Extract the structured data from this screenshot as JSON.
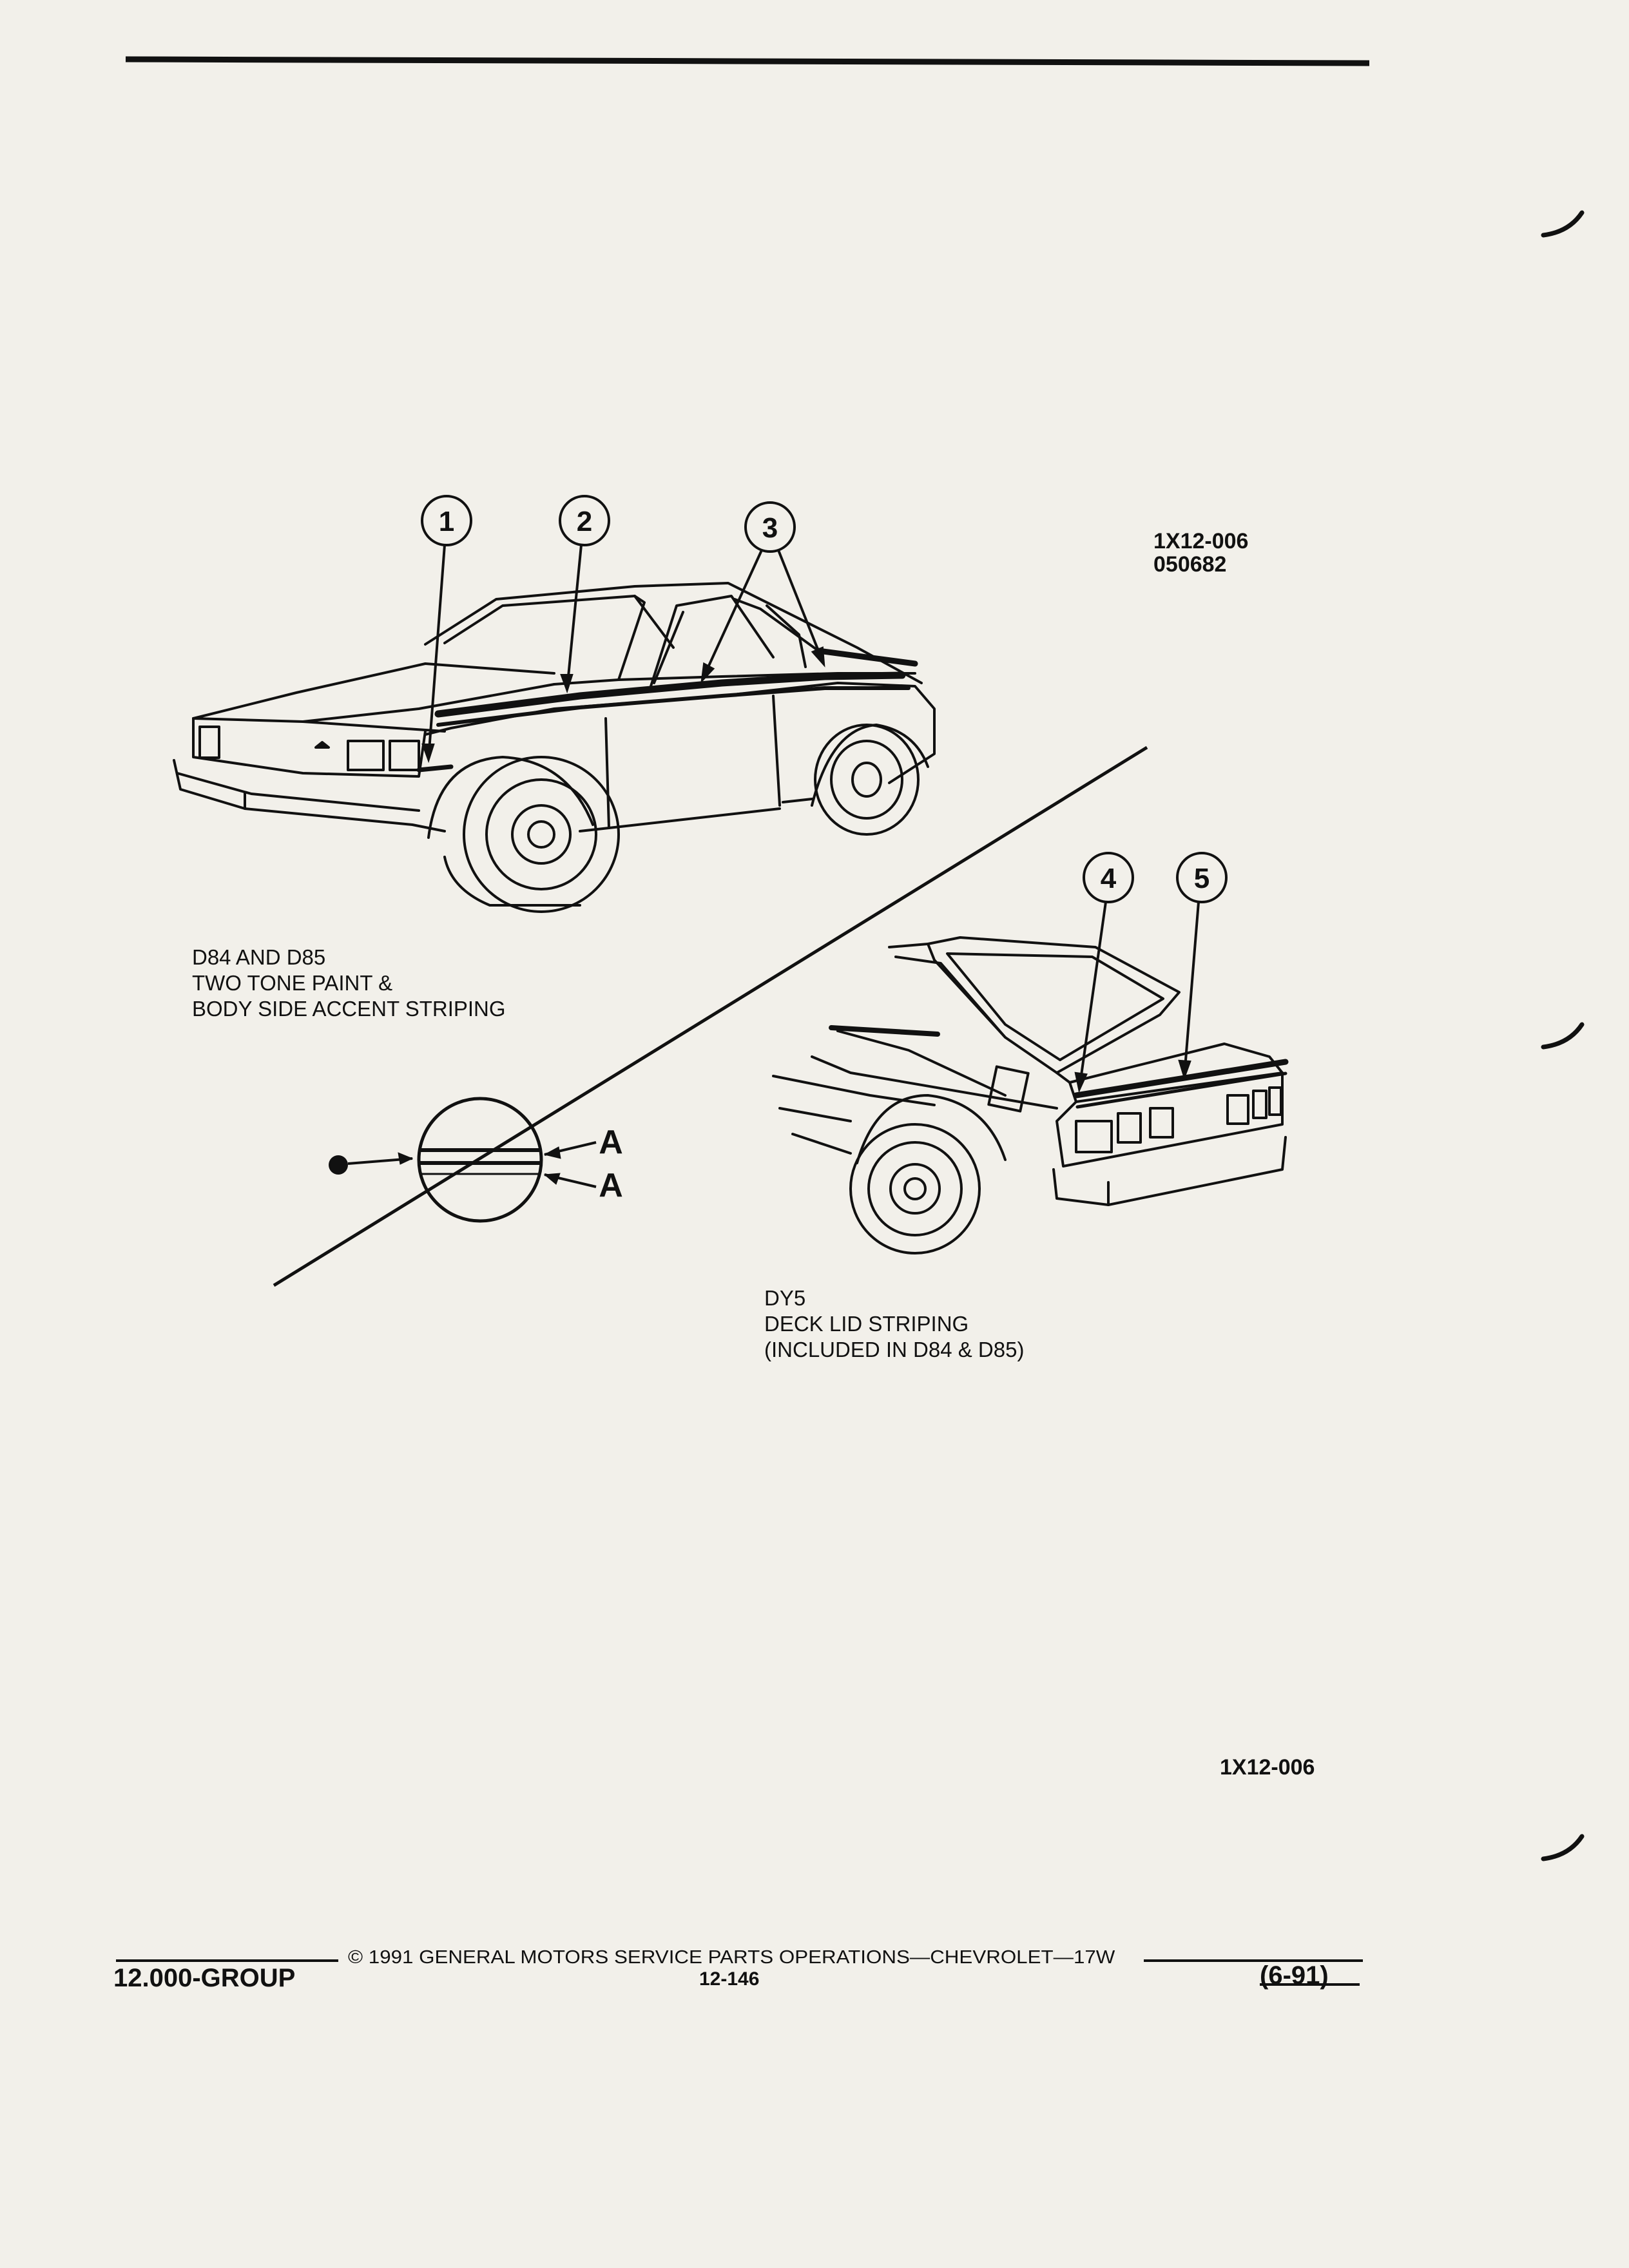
{
  "page": {
    "bg_color": "#f2f0ea",
    "ink_color": "#111111"
  },
  "figure_ref": {
    "code": "1X12-006",
    "date": "050682"
  },
  "callouts": [
    "1",
    "2",
    "3",
    "4",
    "5"
  ],
  "detail_labels": [
    "A",
    "A"
  ],
  "caption_front": {
    "line1": "D84 AND D85",
    "line2": "TWO TONE PAINT &",
    "line3": "BODY SIDE ACCENT STRIPING"
  },
  "caption_rear": {
    "line1": "DY5",
    "line2": "DECK LID STRIPING",
    "line3": "(INCLUDED IN D84 & D85)"
  },
  "figure_code_bottom": "1X12-006",
  "footer": {
    "copyright": "© 1991 GENERAL MOTORS SERVICE PARTS OPERATIONS—CHEVROLET—17W",
    "group": "12.000-GROUP",
    "page_number": "12-146",
    "date_code": "(6-91)"
  }
}
